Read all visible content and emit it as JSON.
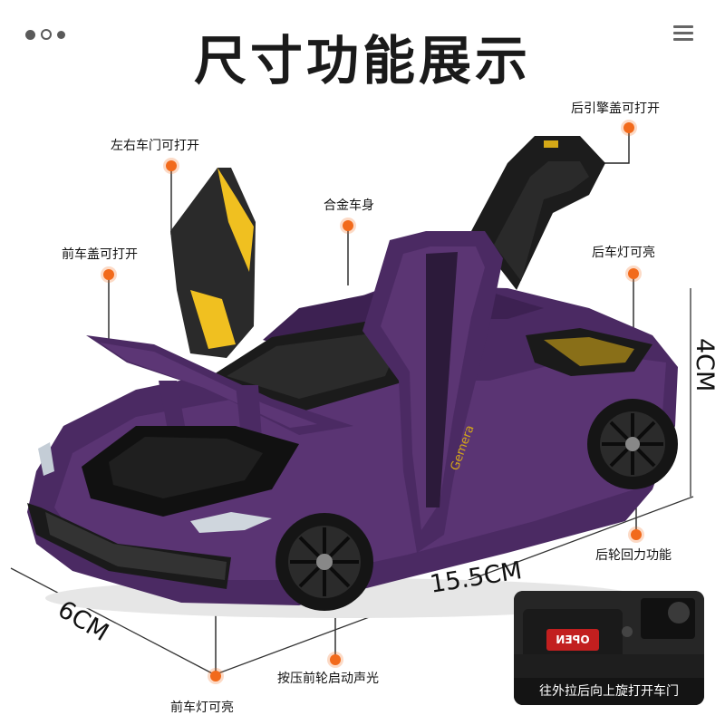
{
  "header": {
    "title": "尺寸功能展示"
  },
  "callouts": {
    "rear_hood": "后引擎盖可打开",
    "doors": "左右车门可打开",
    "alloy_body": "合金车身",
    "front_hood": "前车盖可打开",
    "rear_light": "后车灯可亮",
    "pullback": "后轮回力功能",
    "front_wheel_sound": "按压前轮启动声光",
    "front_light": "前车灯可亮"
  },
  "dimensions": {
    "height": "4CM",
    "length": "15.5CM",
    "width": "6CM"
  },
  "inset": {
    "badge": "OPEN",
    "caption": "往外拉后向上旋打开车门"
  },
  "colors": {
    "accent": "#f26a1b",
    "car_body": "#4b2a63",
    "door_accent": "#f0c020"
  }
}
